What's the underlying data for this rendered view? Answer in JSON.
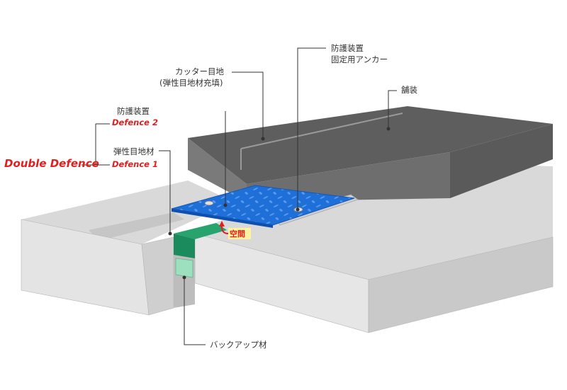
{
  "labels": {
    "double_defence": "Double Defence",
    "bougo_souchi_2": "防護装置",
    "defence_2": "Defence 2",
    "dansei_mejizai": "弾性目地材",
    "defence_1": "Defence 1",
    "cutter_mejiline1": "カッター目地",
    "cutter_mejiline2": "(弾性目地材充填)",
    "anchor_line1": "防護装置",
    "anchor_line2": "固定用アンカー",
    "hosou": "舗装",
    "kuukan": "空間",
    "backup": "バックアップ材"
  },
  "colors": {
    "protection_plate": "#1e6fd8",
    "elastic_sealant": "#1b8a5c",
    "backup_material": "#9de0c0",
    "pavement_top": "#5e5e5e",
    "concrete": "#dcdcdc",
    "annotation_red": "#e02020"
  }
}
